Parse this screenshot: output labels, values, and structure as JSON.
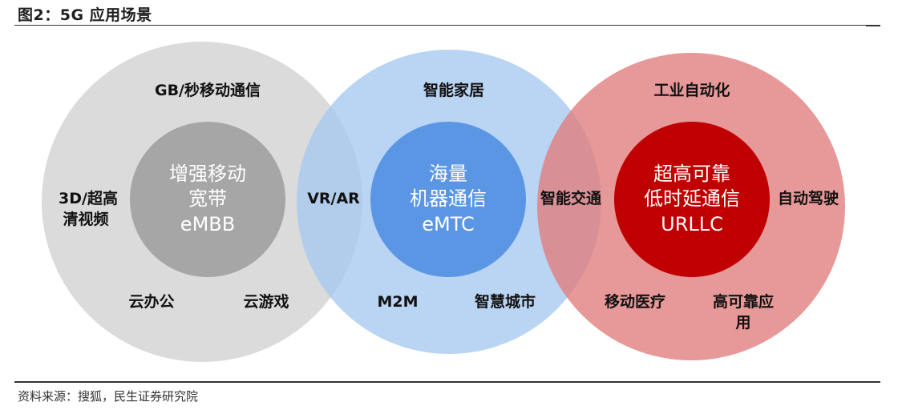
{
  "figure": {
    "title": "图2：5G 应用场景",
    "source": "资料来源：搜狐，民生证券研究院"
  },
  "colors": {
    "left_outer": "#d9d9d9",
    "left_core": "#a6a6a6",
    "mid_outer": "#a6c8f0",
    "mid_core": "#5b96e5",
    "right_outer": "#e07b7b",
    "right_core": "#c00000"
  },
  "circles": {
    "left": {
      "core_lines": [
        "增强移动",
        "宽带",
        "eMBB"
      ],
      "top": "GB/秒移动通信",
      "side_lines": [
        "3D/超高",
        "清视频"
      ],
      "bottom_left": "云办公",
      "bottom_right": "云游戏"
    },
    "middle": {
      "core_lines": [
        "海量",
        "机器通信",
        "eMTC"
      ],
      "top": "智能家居",
      "bottom_left": "M2M",
      "bottom_right": "智慧城市"
    },
    "right": {
      "core_lines": [
        "超高可靠",
        "低时延通信",
        "URLLC"
      ],
      "top": "工业自动化",
      "side": "自动驾驶",
      "bottom_left": "移动医疗",
      "bottom_right_lines": [
        "高可靠应",
        "用"
      ]
    }
  },
  "overlaps": {
    "left_middle": "VR/AR",
    "middle_right": "智能交通"
  }
}
